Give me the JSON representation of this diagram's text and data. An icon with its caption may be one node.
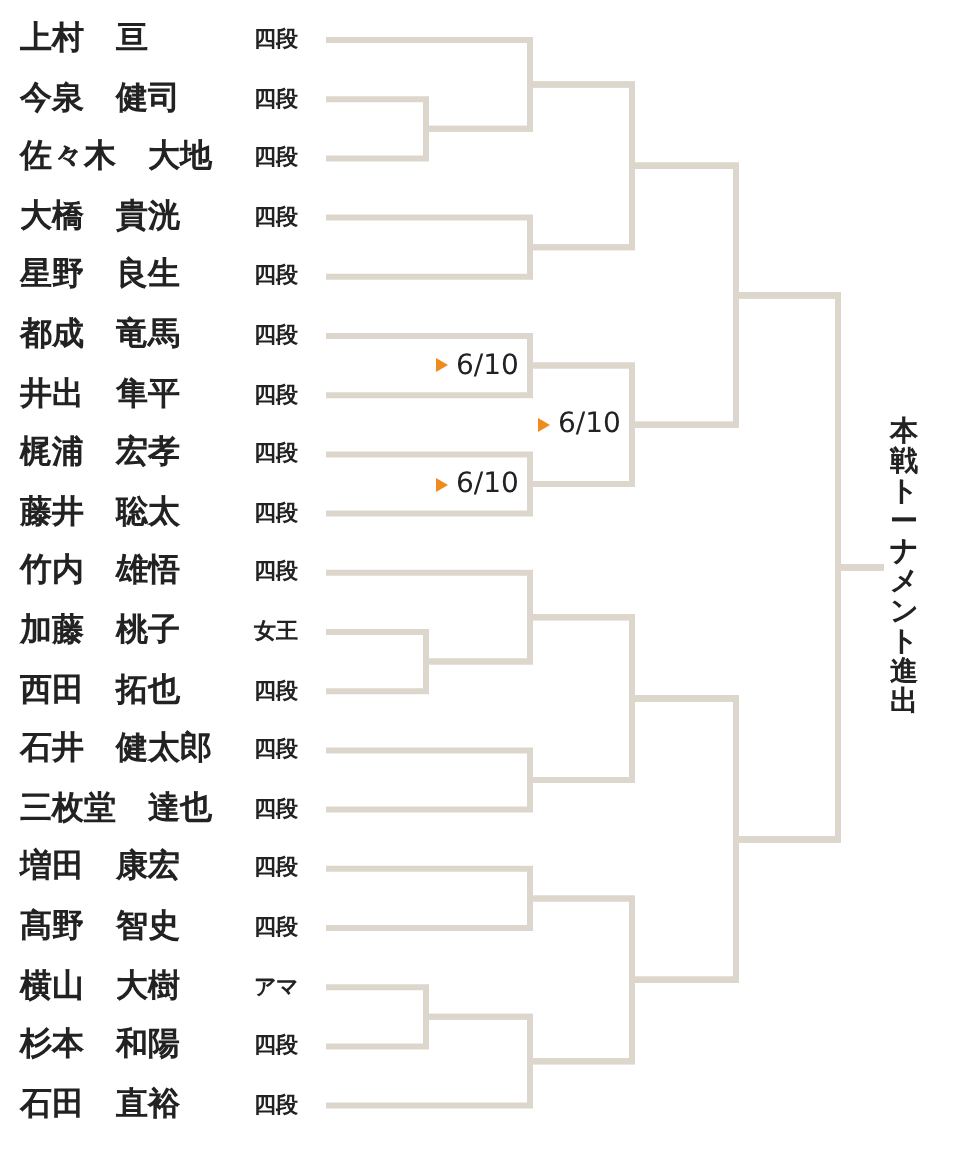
{
  "diagram": {
    "nodes": [
      {
        "text": [
          "上村　亘",
          "四段"
        ]
      },
      {
        "text": [
          "今泉　健司",
          "四段"
        ]
      },
      {
        "text": [
          "佐々木　大地",
          "四段"
        ]
      },
      {
        "text": [
          "大橋　貴洸",
          "四段"
        ]
      },
      {
        "text": [
          "星野　良生",
          "四段"
        ]
      },
      {
        "text": [
          "都成　竜馬",
          "四段"
        ]
      },
      {
        "text": [
          "井出　隼平",
          "四段"
        ]
      },
      {
        "text": [
          "梶浦　宏孝",
          "四段"
        ]
      },
      {
        "text": [
          "藤井　聡太",
          "四段"
        ]
      },
      {
        "text": [
          "竹内　雄悟",
          "四段"
        ]
      },
      {
        "text": [
          "加藤　桃子",
          "女王"
        ]
      },
      {
        "text": [
          "西田　拓也",
          "四段"
        ]
      },
      {
        "text": [
          "石井　健太郎",
          "四段"
        ]
      },
      {
        "text": [
          "三枚堂　達也",
          "四段"
        ]
      },
      {
        "text": [
          "増田　康宏",
          "四段"
        ]
      },
      {
        "text": [
          "髙野　智史",
          "四段"
        ]
      },
      {
        "text": [
          "横山　大樹",
          "アマ"
        ]
      },
      {
        "text": [
          "杉本　和陽",
          "四段"
        ]
      },
      {
        "text": [
          "石田　直裕",
          "四段"
        ]
      },
      {
        "text": [
          "本戦トーナメント進出"
        ]
      }
    ],
    "edges": [
      {
        "from": 0,
        "to": 19,
        "arrow": "none"
      },
      {
        "from": 1,
        "to": 19,
        "arrow": "none"
      },
      {
        "from": 2,
        "to": 19,
        "arrow": "none"
      },
      {
        "from": 3,
        "to": 19,
        "arrow": "none"
      },
      {
        "from": 4,
        "to": 19,
        "arrow": "none"
      },
      {
        "from": 5,
        "to": 19,
        "arrow": "none"
      },
      {
        "from": 6,
        "to": 19,
        "arrow": "none"
      },
      {
        "from": 7,
        "to": 19,
        "arrow": "none"
      },
      {
        "from": 8,
        "to": 19,
        "arrow": "none"
      },
      {
        "from": 9,
        "to": 19,
        "arrow": "none"
      },
      {
        "from": 10,
        "to": 19,
        "arrow": "none"
      },
      {
        "from": 11,
        "to": 19,
        "arrow": "none"
      },
      {
        "from": 12,
        "to": 19,
        "arrow": "none"
      },
      {
        "from": 13,
        "to": 19,
        "arrow": "none"
      },
      {
        "from": 14,
        "to": 19,
        "arrow": "none"
      },
      {
        "from": 15,
        "to": 19,
        "arrow": "none"
      },
      {
        "from": 16,
        "to": 19,
        "arrow": "none"
      },
      {
        "from": 17,
        "to": 19,
        "arrow": "none"
      },
      {
        "from": 18,
        "to": 19,
        "arrow": "none"
      }
    ],
    "labels": [
      "6/10",
      "6/10",
      "6/10"
    ]
  }
}
